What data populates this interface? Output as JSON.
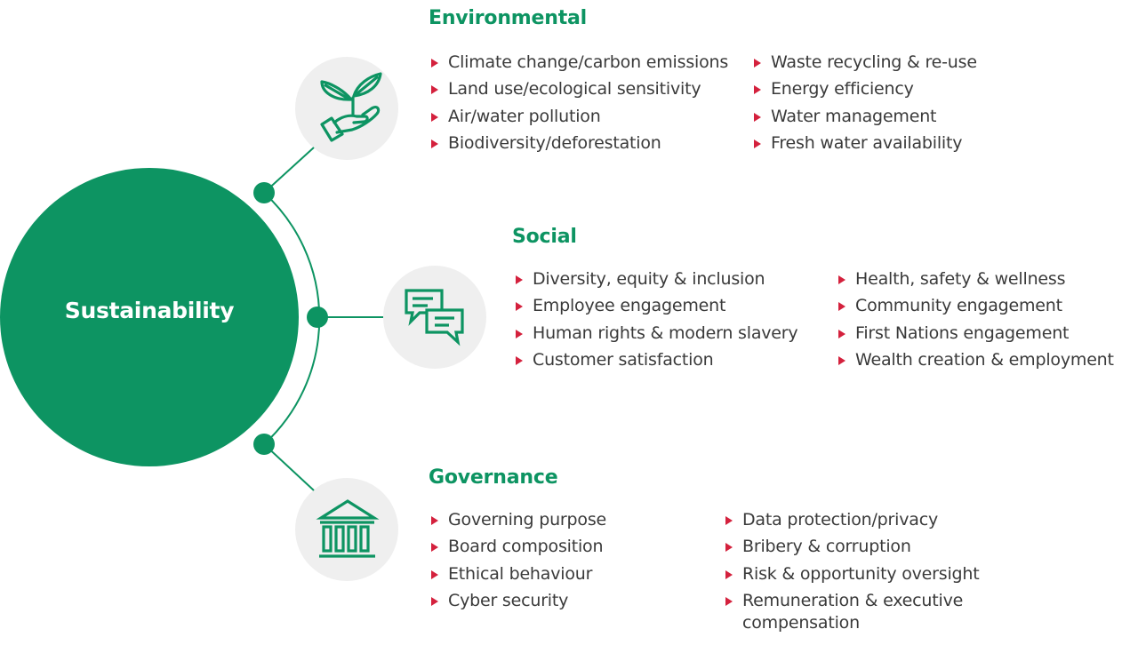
{
  "hub": {
    "label": "Sustainability"
  },
  "colors": {
    "primary_green": "#0d9462",
    "icon_bg": "#efefef",
    "bullet_red": "#d4213d",
    "text": "#3a3a3a"
  },
  "sections": {
    "environmental": {
      "title": "Environmental",
      "icon": "plant-in-hand-icon",
      "col1": [
        "Climate change/carbon emissions",
        "Land use/ecological sensitivity",
        "Air/water pollution",
        "Biodiversity/deforestation"
      ],
      "col2": [
        "Waste recycling & re-use",
        "Energy efficiency",
        "Water management",
        "Fresh water availability"
      ]
    },
    "social": {
      "title": "Social",
      "icon": "chat-bubbles-icon",
      "col1": [
        "Diversity, equity & inclusion",
        "Employee engagement",
        "Human rights & modern slavery",
        "Customer satisfaction"
      ],
      "col2": [
        "Health, safety & wellness",
        "Community engagement",
        "First Nations engagement",
        "Wealth creation & employment"
      ]
    },
    "governance": {
      "title": "Governance",
      "icon": "institution-building-icon",
      "col1": [
        "Governing purpose",
        "Board composition",
        "Ethical behaviour",
        "Cyber security"
      ],
      "col2": [
        "Data protection/privacy",
        "Bribery & corruption",
        "Risk & opportunity oversight",
        "Remuneration & executive compensation"
      ]
    }
  }
}
